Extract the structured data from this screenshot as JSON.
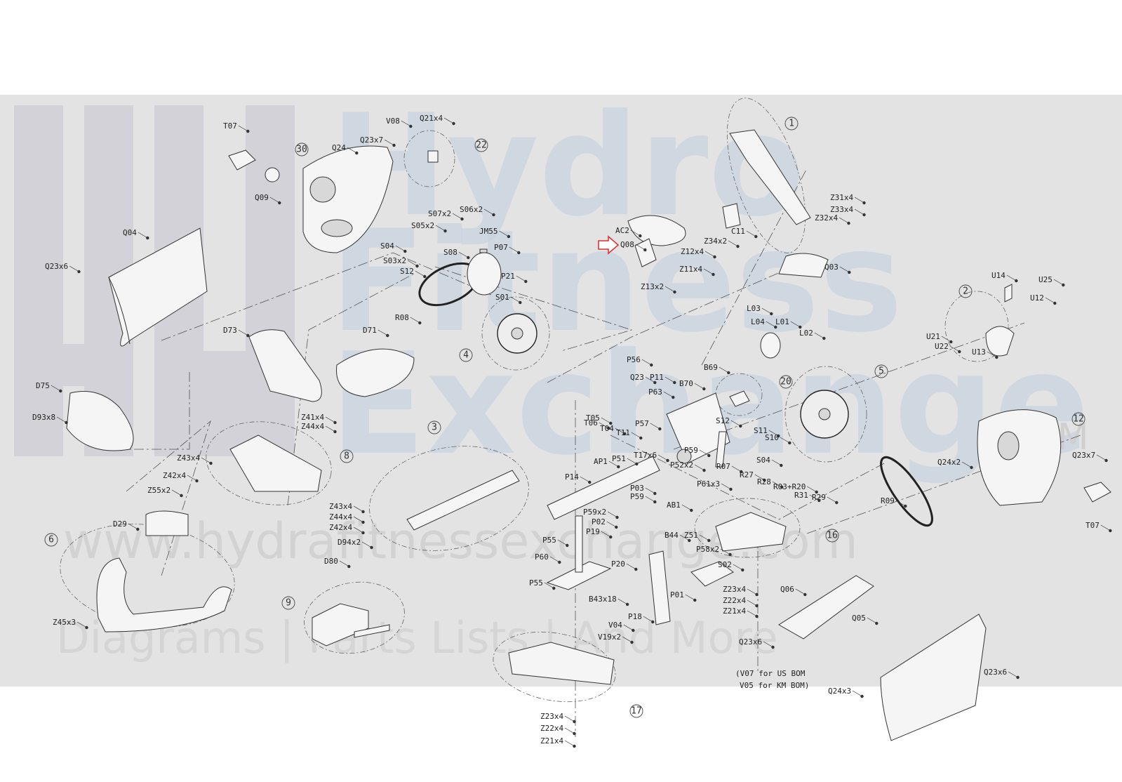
{
  "watermark": {
    "line1": "Hydro",
    "line2": "Fitness",
    "line3": "Exchange",
    "trademark": "TM",
    "url": "www.hydrafitnessexchange.com",
    "tagline": "Diagrams | Parts Lists | And More"
  },
  "note": {
    "line1": "(V07 for US BOM",
    "line2": "V05 for KM BOM)"
  },
  "assemblies": [
    "1",
    "2",
    "3",
    "4",
    "5",
    "6",
    "8",
    "9",
    "12",
    "16",
    "17",
    "20",
    "22",
    "30"
  ],
  "labels": [
    "T07",
    "Q09",
    "Q24",
    "Q23x7",
    "V08",
    "Q21x4",
    "AC2",
    "Q08",
    "Z12x4",
    "Z11x4",
    "Z13x2",
    "Z34x2",
    "C11",
    "Z31x4",
    "Z33x4",
    "Z32x4",
    "Q03",
    "Q04",
    "Q23x6",
    "S07x2",
    "S06x2",
    "S05x2",
    "JM55",
    "P07",
    "S04",
    "S03x2",
    "S08",
    "S12",
    "P21",
    "S01",
    "R08",
    "L03",
    "L04",
    "L01",
    "L02",
    "U14",
    "U25",
    "U12",
    "U21",
    "U22",
    "U13",
    "D73",
    "D71",
    "D75",
    "D93x8",
    "P56",
    "Q23",
    "P11",
    "P63",
    "B70",
    "B69",
    "T05",
    "T06",
    "T04",
    "T11",
    "P57",
    "P59",
    "S12",
    "S11",
    "S10",
    "S04",
    "Z41x4",
    "Z44x4",
    "Z43x4",
    "Z42x4",
    "Z55x2",
    "D29",
    "Z43x4",
    "Z44x4",
    "Z42x4",
    "D94x2",
    "D80",
    "Z45x3",
    "P14",
    "AP1",
    "P51",
    "T17x6",
    "P52x2",
    "R07",
    "R27",
    "R28",
    "R03+R20",
    "R31",
    "R29",
    "R09",
    "Q24x2",
    "Q23x7",
    "T07",
    "P03",
    "P59",
    "P59x2",
    "P02",
    "P19",
    "P61x3",
    "AB1",
    "B44",
    "Z51",
    "P55",
    "P60",
    "P20",
    "P58x2",
    "S02",
    "P55",
    "B43x18",
    "P01",
    "P18",
    "V04",
    "V19x2",
    "Z23x4",
    "Z22x4",
    "Z21x4",
    "Q06",
    "Q23x6",
    "Q05",
    "Q24x3",
    "Q23x6",
    "Z23x4",
    "Z22x4",
    "Z21x4"
  ]
}
